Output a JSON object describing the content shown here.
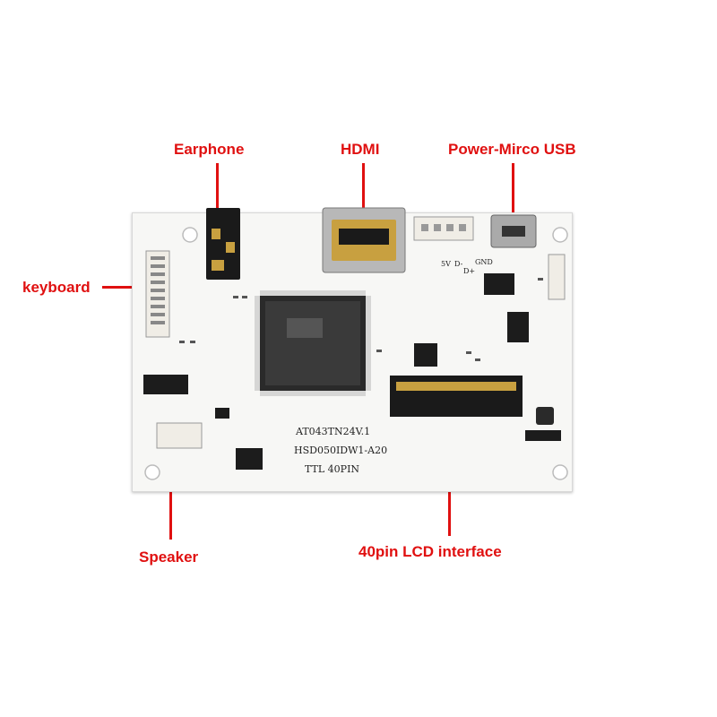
{
  "callouts": {
    "earphone": "Earphone",
    "hdmi": "HDMI",
    "power": "Power-Mirco USB",
    "keyboard": "keyboard",
    "speaker": "Speaker",
    "lcd": "40pin LCD interface"
  },
  "silkscreen": {
    "line1": "AT043TN24V.1",
    "line2": "HSD050IDW1-A20",
    "line3": "TTL  40PIN",
    "gnd": "GND",
    "dminus": "D-",
    "dplus": "D+",
    "v5": "5V"
  },
  "colors": {
    "callout": "#e01010",
    "board": "#f7f7f5",
    "chip": "#1c1c1c",
    "gold": "#c8a040"
  }
}
